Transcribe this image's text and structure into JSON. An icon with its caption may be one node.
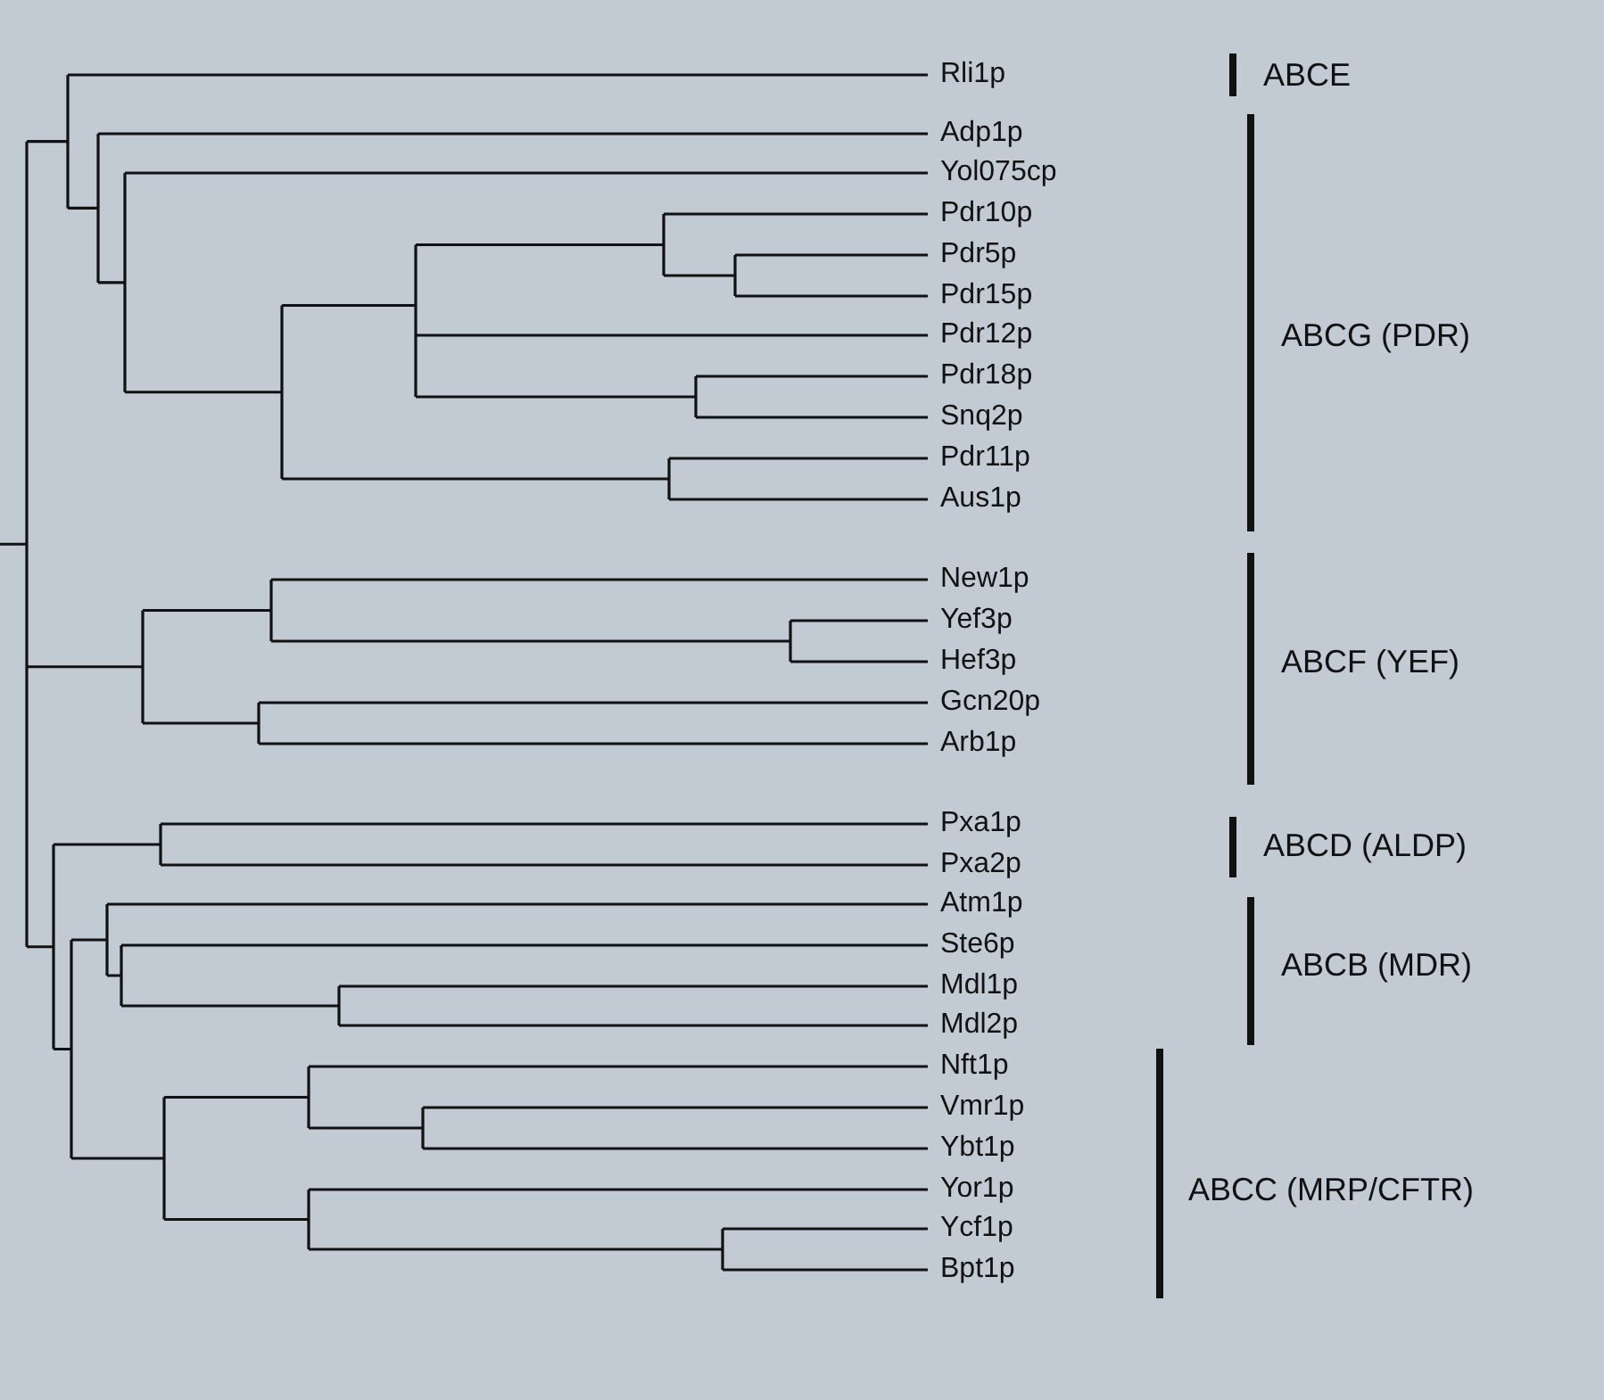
{
  "diagram": {
    "labels": [
      "Rli1p",
      "ABCE",
      "Adp1p",
      "Yol075cp",
      "Pdr10p",
      "Pdr5p",
      "Pdr15p",
      "Pdr12p",
      "ABCG (PDR)",
      "Pdr18p",
      "Snq2p",
      "Pdr11p",
      "Aus1p",
      "New1p",
      "Yef3p",
      "Hef3p",
      "ABCF (YEF)",
      "Gcn20p",
      "Arb1p",
      "Pxa1p",
      "ABCD (ALDP)",
      "Pxa2p",
      "Atm1p",
      "Ste6p",
      "ABCB (MDR)",
      "Mdl1p",
      "Mdl2p",
      "Nft1p",
      "Vmr1p",
      "Ybt1p",
      "Yor1p",
      "ABCC (MRP/CFTR)",
      "Ycf1p",
      "Bpt1p"
    ]
  }
}
